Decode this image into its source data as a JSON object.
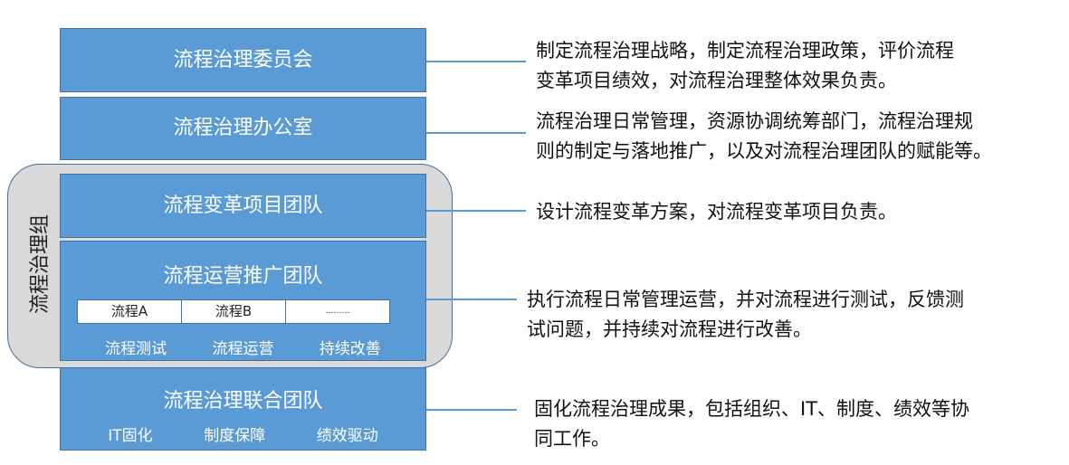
{
  "roles": [
    {
      "name": "流程治理委员会",
      "desc": [
        "制定流程治理战略，制定流程治理政策，评价流程",
        "变革项目绩效，对流程治理整体效果负责。"
      ]
    },
    {
      "name": "流程治理办公室",
      "desc": [
        "流程治理日常管理，资源协调统筹部门，流程治理规",
        "则的制定与落地推广，以及对流程治理团队的赋能等。"
      ]
    },
    {
      "name": "流程变革项目团队",
      "desc": [
        "设计流程变革方案，对流程变革项目负责。"
      ]
    },
    {
      "name": "流程运营推广团队",
      "processes": [
        "流程A",
        "流程B",
        "………"
      ],
      "tasks": [
        "流程测试",
        "流程运营",
        "持续改善"
      ],
      "desc": [
        "执行流程日常管理运营，并对流程进行测试，反馈测",
        "试问题，并持续对流程进行改善。"
      ]
    },
    {
      "name": "流程治理联合团队",
      "tasks": [
        "IT固化",
        "制度保障",
        "绩效驱动"
      ],
      "desc": [
        "固化流程治理成果，包括组织、IT、制度、绩效等协",
        "同工作。"
      ]
    }
  ],
  "group_label": "流程治理组"
}
